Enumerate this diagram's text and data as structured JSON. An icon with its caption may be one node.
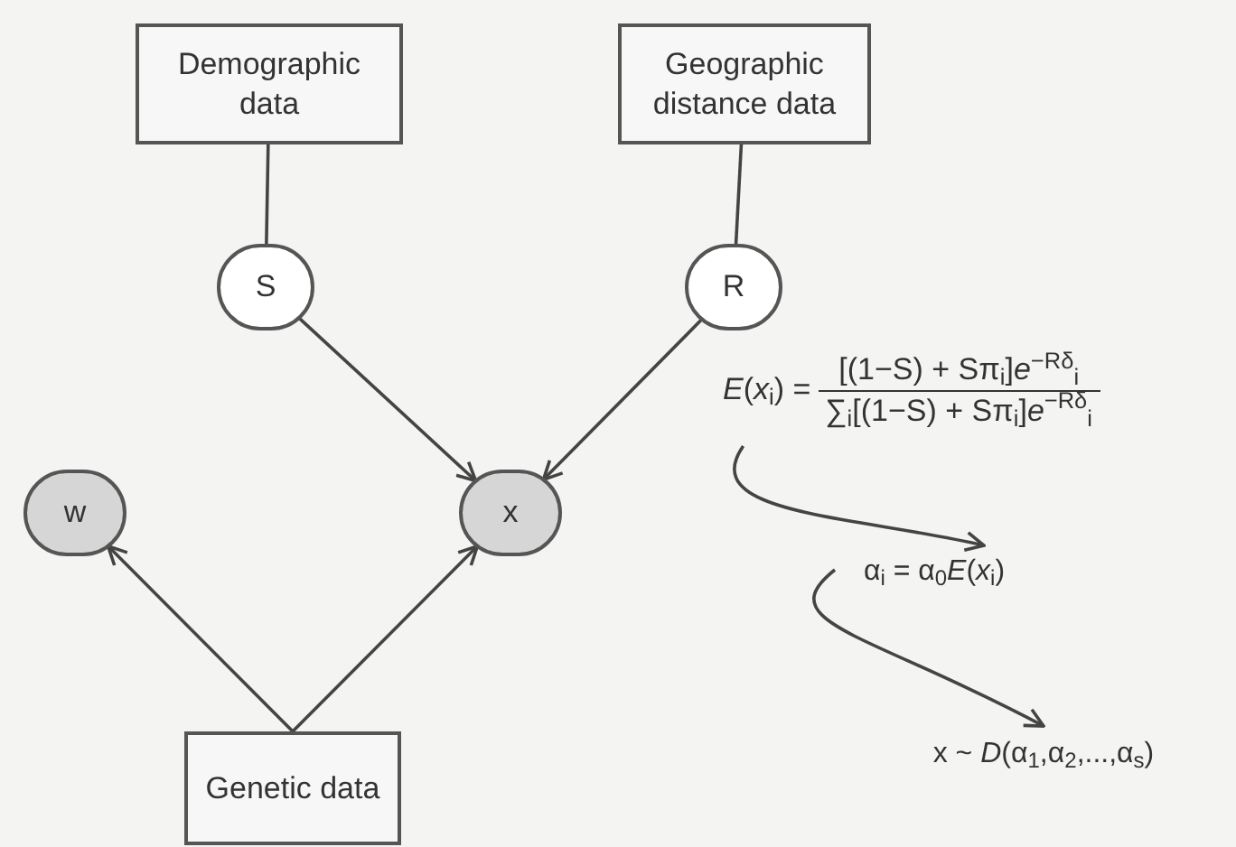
{
  "diagram": {
    "nodes": [
      {
        "text": [
          "Demographic data"
        ]
      },
      {
        "text": [
          "Geographic distance data"
        ]
      },
      {
        "text": [
          "S"
        ]
      },
      {
        "text": [
          "R"
        ]
      },
      {
        "text": [
          "w"
        ]
      },
      {
        "text": [
          "x"
        ]
      },
      {
        "text": [
          "Genetic data"
        ]
      },
      {
        "text": [
          "*E*(*x*$_{i}$) =",
          "[(1−S) + Sπ$_{i}$]*e*$^{−Rδ}$$_{i}$",
          "∑$_{i}$[(1−S) + Sπ$_{i}$]*e*$^{−Rδ}$$_{i}$"
        ]
      },
      {
        "text": [
          "α$_{i}$ = α$_{0}$*E*(*x*$_{i}$)"
        ]
      },
      {
        "text": [
          "x ~ *D*(α$_{1}$,α$_{2}$,...,α$_{s}$)"
        ]
      }
    ],
    "edges": [
      {
        "from": 0,
        "to": 2,
        "arrow": "none"
      },
      {
        "from": 1,
        "to": 3,
        "arrow": "none"
      },
      {
        "from": 2,
        "to": 5,
        "arrow": "to"
      },
      {
        "from": 3,
        "to": 5,
        "arrow": "to"
      },
      {
        "from": 6,
        "to": 4,
        "arrow": "to"
      },
      {
        "from": 6,
        "to": 5,
        "arrow": "to"
      },
      {
        "from": 7,
        "to": 8,
        "arrow": "to"
      },
      {
        "from": 8,
        "to": 9,
        "arrow": "to"
      }
    ]
  }
}
